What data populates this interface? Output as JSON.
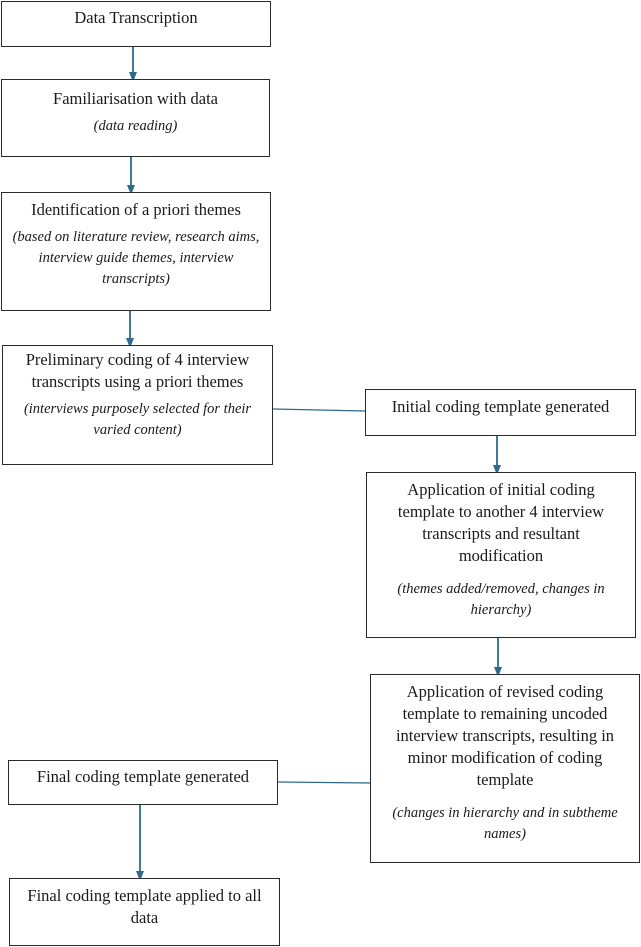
{
  "colors": {
    "arrow": "#2e6a8a",
    "border": "#2a2a2a",
    "text": "#1a1a1a"
  },
  "steps": {
    "data_transcription": {
      "title": "Data Transcription"
    },
    "familiarisation": {
      "title": "Familiarisation with data",
      "note": "(data reading)"
    },
    "identification": {
      "title": "Identification of a priori themes",
      "note": "(based on literature review, research aims, interview guide themes, interview transcripts)"
    },
    "preliminary_coding": {
      "title": "Preliminary coding of 4 interview transcripts using a priori themes",
      "note": "(interviews purposely selected for their varied content)"
    },
    "initial_template": {
      "title": "Initial coding template generated"
    },
    "application_initial": {
      "title": "Application of initial coding template to another 4 interview transcripts and resultant modification",
      "note": "(themes added/removed, changes in hierarchy)"
    },
    "application_revised": {
      "title": "Application of revised coding template to remaining uncoded interview transcripts, resulting in minor modification of coding template",
      "note": "(changes in hierarchy and in subtheme names)"
    },
    "final_template": {
      "title": "Final coding template generated"
    },
    "final_applied": {
      "title": "Final coding template applied to all data"
    }
  }
}
